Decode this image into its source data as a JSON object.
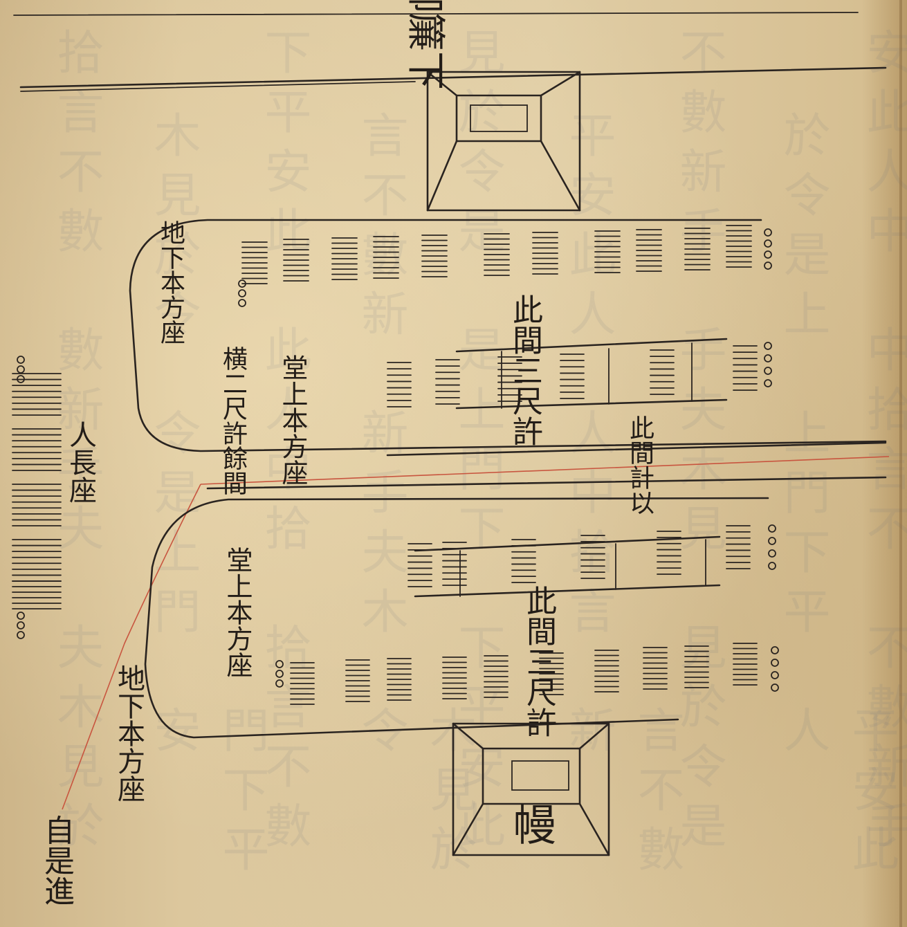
{
  "labels": {
    "imperial_area": "御簾下",
    "north_gap_note": "此間三尺許",
    "north_lateral_note": "横二尺許餘間",
    "north_upper_seat": "堂上本方座",
    "north_lower_seat": "地下本方座",
    "center_gap_note": "此間計以",
    "south_gap_note": "此間三尺許",
    "south_upper_seat": "堂上本方座",
    "south_lower_seat": "地下本方座",
    "curtain": "幔",
    "leader_seat": "人長座",
    "entry_note": "自是進"
  },
  "colors": {
    "paper": "#dcc79d",
    "ink": "#2a2420",
    "red_guide_line": "#c8553f"
  }
}
